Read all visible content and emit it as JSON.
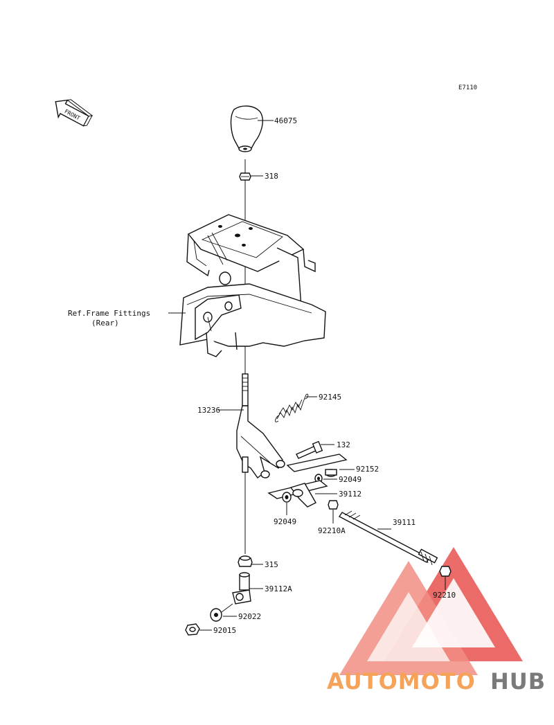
{
  "diagram_code": "E7110",
  "front_label": "FRONT",
  "frame_note": {
    "line1": "Ref.Frame Fittings",
    "line2": "(Rear)"
  },
  "parts": [
    {
      "id": "knob",
      "label": "46075"
    },
    {
      "id": "nut-top",
      "label": "318"
    },
    {
      "id": "spring",
      "label": "92145"
    },
    {
      "id": "lever",
      "label": "13236"
    },
    {
      "id": "bolt",
      "label": "132"
    },
    {
      "id": "collar",
      "label": "92152"
    },
    {
      "id": "washer-right",
      "label": "92049"
    },
    {
      "id": "joint",
      "label": "39112"
    },
    {
      "id": "washer-left",
      "label": "92049"
    },
    {
      "id": "nut-joint",
      "label": "92210A"
    },
    {
      "id": "rod",
      "label": "39111"
    },
    {
      "id": "nut-lower",
      "label": "315"
    },
    {
      "id": "joint-lower",
      "label": "39112A"
    },
    {
      "id": "washer-bottom",
      "label": "92022"
    },
    {
      "id": "nut-bottom",
      "label": "92015"
    },
    {
      "id": "nut-rod-end",
      "label": "92210"
    }
  ],
  "watermark": {
    "text_a": "AUTOMOTO",
    "text_b": "HUB",
    "color_a": "#f5a25a",
    "color_b": "#7a7a7a",
    "logo_color": "#e8524f"
  }
}
